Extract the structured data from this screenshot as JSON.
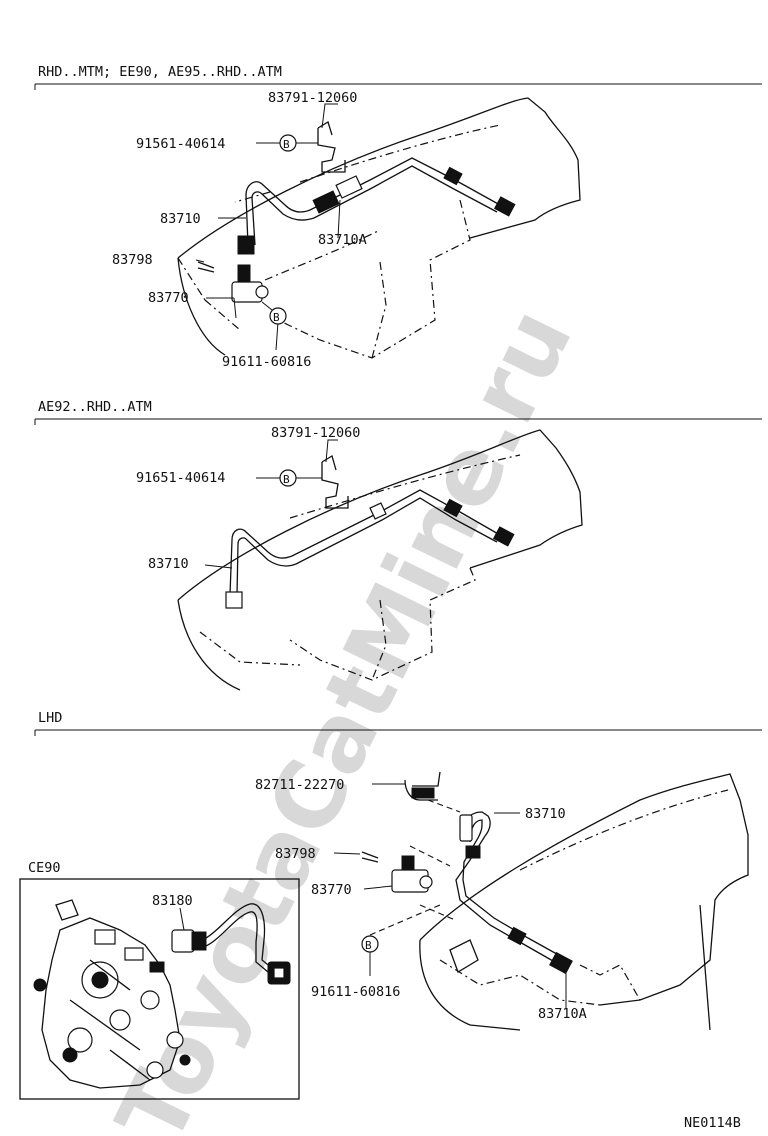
{
  "watermark": "ToyotaCatMine.ru",
  "footer_code": "NE0114B",
  "sections": [
    {
      "title": "RHD..MTM; EE90, AE95..RHD..ATM",
      "parts": [
        "83791-12060",
        "91561-40614",
        "83710",
        "83710A",
        "83798",
        "83770",
        "91611-60816"
      ]
    },
    {
      "title": "AE92..RHD..ATM",
      "parts": [
        "83791-12060",
        "91651-40614",
        "83710"
      ]
    },
    {
      "title": "LHD",
      "parts": [
        "82711-22270",
        "83710",
        "83798",
        "83770",
        "91611-60816",
        "83710A"
      ]
    }
  ],
  "inset": {
    "title": "CE90",
    "parts": [
      "83180"
    ]
  },
  "bolt_marker": "B"
}
